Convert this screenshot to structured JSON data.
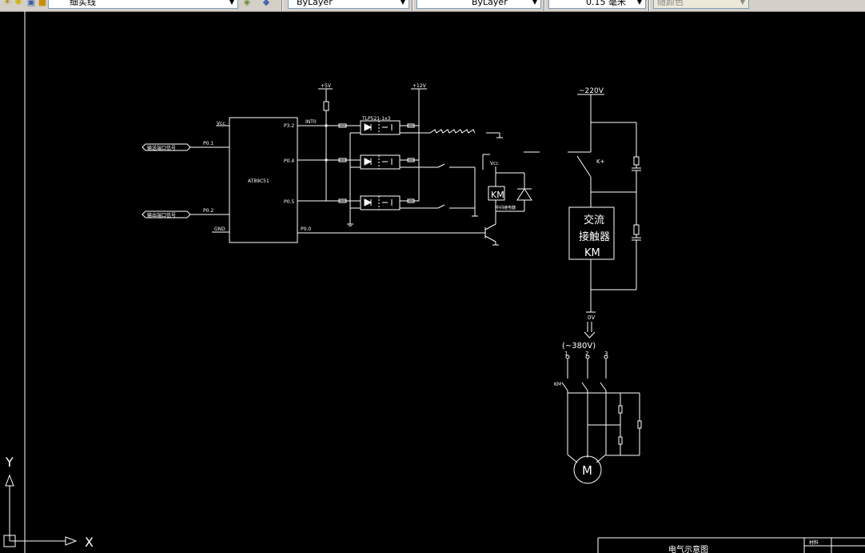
{
  "toolbar": {
    "layer_name": "细实线",
    "color": "ByLayer",
    "linetype": "ByLayer",
    "lineweight": "0.15 毫米",
    "plotstyle": "随颜色"
  },
  "circuit": {
    "mcu_model": "AT89C51",
    "vcc_pin": "Vcc",
    "gnd_pin": "GND",
    "pin_p01": "P0.1",
    "pin_p02": "P0.2",
    "pin_p32": "P3.2",
    "pin_p04": "P0.4",
    "pin_p05": "P0.5",
    "pin_p00": "P0.0",
    "int_label": "INT0",
    "supply_5v": "+5V",
    "supply_12v": "+12V",
    "optocoupler": "TLP521-1x3",
    "input_signal_1": "输送端口信号",
    "input_signal_2": "输出端口信号",
    "relay_vcc": "Vcc",
    "relay_km": "KM",
    "relay_note": "中间继电器",
    "ac_220v": "~220V",
    "contact_k": "K+",
    "contactor_line1": "交流",
    "contactor_line2": "接触器",
    "contactor_line3": "KM",
    "zero_v": "0V",
    "three_phase": "(~380V)",
    "phase_1": "1",
    "phase_2": "2",
    "phase_3": "3",
    "km_main": "KM",
    "motor": "M"
  },
  "axes": {
    "y": "Y",
    "x": "X"
  },
  "title_block": {
    "title": "电气示意图",
    "material_label": "材料"
  }
}
